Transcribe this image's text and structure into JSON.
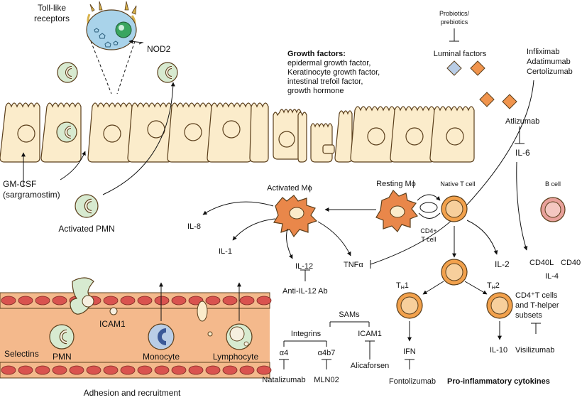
{
  "labels": {
    "tlr": [
      "Toll-like",
      "receptors"
    ],
    "nod2": "NOD2",
    "probiotics": [
      "Probiotics/",
      "prebiotics"
    ],
    "luminal": "Luminal factors",
    "growth_title": "Growth factors:",
    "growth_items": [
      "epidermal growth factor,",
      "Keratinocyte growth factor,",
      "intestinal trefoil factor,",
      "growth hormone"
    ],
    "anti_tnf": [
      "Infliximab",
      "Adatimumab",
      "Certolizumab"
    ],
    "atlizumab": "Atlizumab",
    "il6": "IL-6",
    "gmcsf": [
      "GM-CSF",
      "(sargramostim)"
    ],
    "activated_pmn": "Activated PMN",
    "activated_mphi": "Activated Mϕ",
    "resting_mphi": "Resting Mϕ",
    "native_t": "Native T cell",
    "cd4": [
      "CD4+",
      "T cell"
    ],
    "b_cell": "B cell",
    "il8": "IL-8",
    "il1": "IL-1",
    "il12": "IL-12",
    "anti_il12": "Anti-IL-12 Ab",
    "tnf": "TNFα",
    "il2": "IL-2",
    "cd40l": "CD40L",
    "cd40": "CD40",
    "il4": "IL-4",
    "th1_main": "T",
    "th1_sub": "H",
    "th1_num": "1",
    "th2_main": "T",
    "th2_sub": "H",
    "th2_num": "2",
    "cd4_subsets": [
      "CD4⁺T cells",
      "and T-helper",
      "subsets"
    ],
    "ifn": "IFN",
    "il10": "IL-10",
    "visilizumab": "Visilizumab",
    "fontolizumab": "Fontolizumab",
    "proinflam": "Pro-inflammatory cytokines",
    "sams": "SAMs",
    "integrins": "Integrins",
    "icam1_sam": "ICAM1",
    "a4": "α4",
    "a4b7": "α4b7",
    "natalizumab": "Natalizumab",
    "mln02": "MLN02",
    "alicaforsen": "Alicaforsen",
    "selectins": "Selectins",
    "pmn": "PMN",
    "icam1": "ICAM1",
    "monocyte": "Monocyte",
    "lymphocyte": "Lymphocyte",
    "adhesion": "Adhesion and recruitment"
  },
  "colors": {
    "epithelium": "#fbeccb",
    "cell_outline": "#5a3e1b",
    "vessel": "#f4b98c",
    "rbc": "#d9534f",
    "macrophage": "#e9874a",
    "tcell": "#f2a14c",
    "bcell": "#e8a09a",
    "pmn": "#d7ead0",
    "monocyte": "#3b5998",
    "tlr_cell": "#a9d3ea",
    "tlr_spike": "#d8b24a",
    "nucleus": "#3aa55f",
    "diamond_blue": "#b9cde6",
    "diamond_orange": "#f0944d"
  }
}
